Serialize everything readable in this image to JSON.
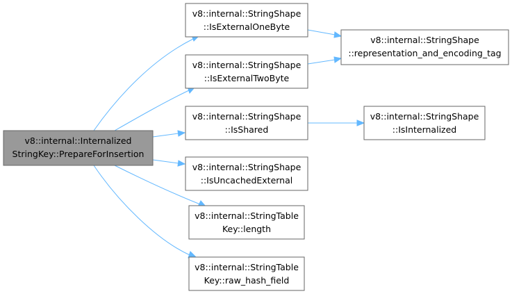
{
  "nodes": {
    "root": {
      "line1": "v8::internal::Internalized",
      "line2": "StringKey::PrepareForInsertion"
    },
    "is_external_one_byte": {
      "line1": "v8::internal::StringShape",
      "line2": "::IsExternalOneByte"
    },
    "is_external_two_byte": {
      "line1": "v8::internal::StringShape",
      "line2": "::IsExternalTwoByte"
    },
    "is_shared": {
      "line1": "v8::internal::StringShape",
      "line2": "::IsShared"
    },
    "is_uncached_external": {
      "line1": "v8::internal::StringShape",
      "line2": "::IsUncachedExternal"
    },
    "length": {
      "line1": "v8::internal::StringTable",
      "line2": "Key::length"
    },
    "raw_hash_field": {
      "line1": "v8::internal::StringTable",
      "line2": "Key::raw_hash_field"
    },
    "representation_and_encoding_tag": {
      "line1": "v8::internal::StringShape",
      "line2": "::representation_and_encoding_tag"
    },
    "is_internalized": {
      "line1": "v8::internal::StringShape",
      "line2": "::IsInternalized"
    }
  },
  "edges": [
    {
      "from": "root",
      "to": "is_external_one_byte"
    },
    {
      "from": "root",
      "to": "is_external_two_byte"
    },
    {
      "from": "root",
      "to": "is_shared"
    },
    {
      "from": "root",
      "to": "is_uncached_external"
    },
    {
      "from": "root",
      "to": "length"
    },
    {
      "from": "root",
      "to": "raw_hash_field"
    },
    {
      "from": "is_external_one_byte",
      "to": "representation_and_encoding_tag"
    },
    {
      "from": "is_external_two_byte",
      "to": "representation_and_encoding_tag"
    },
    {
      "from": "is_shared",
      "to": "is_internalized"
    }
  ],
  "colors": {
    "edge": "#63b8ff",
    "root_fill": "#999999",
    "node_fill": "#ffffff",
    "node_border": "#666666"
  }
}
